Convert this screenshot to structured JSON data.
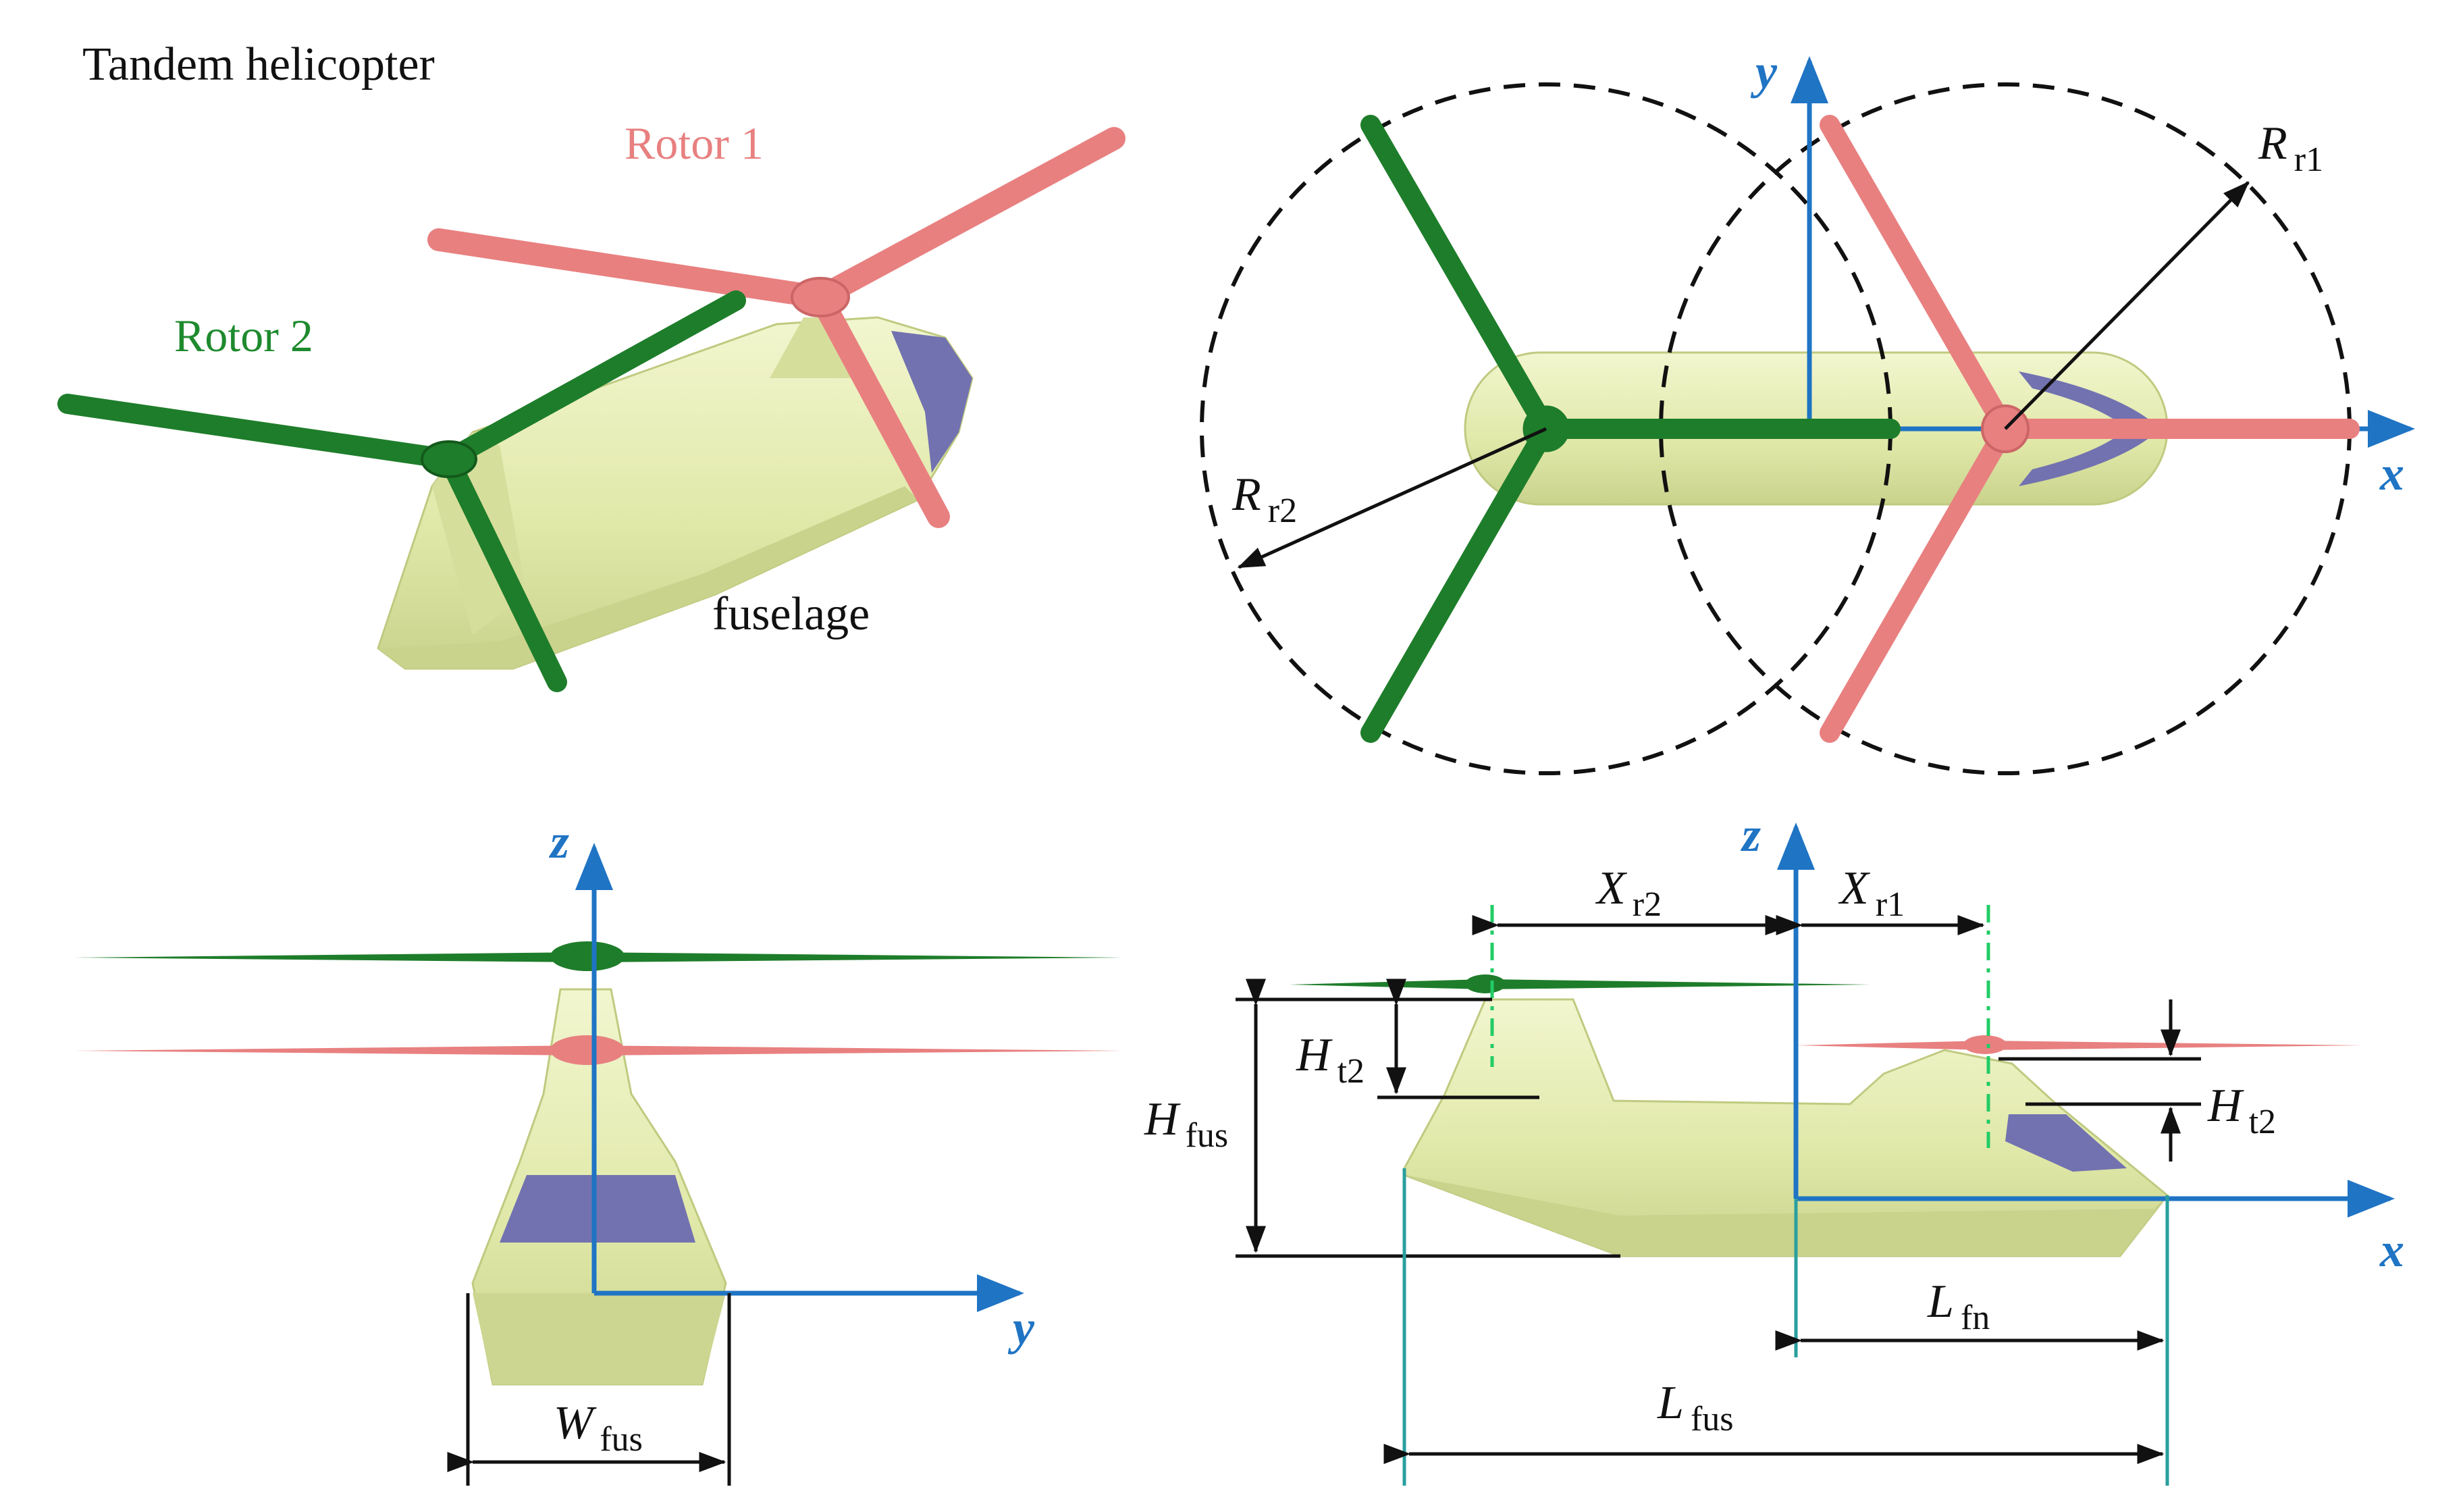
{
  "title": "Tandem helicopter",
  "labels": {
    "rotor1": "Rotor 1",
    "rotor2": "Rotor 2",
    "fuselage": "fuselage"
  },
  "axes": {
    "x": "x",
    "y": "y",
    "z": "z"
  },
  "dimensions": {
    "R_r1": {
      "main": "R",
      "sub": "r1"
    },
    "R_r2": {
      "main": "R",
      "sub": "r2"
    },
    "X_r1": {
      "main": "X",
      "sub": "r1"
    },
    "X_r2": {
      "main": "X",
      "sub": "r2"
    },
    "H_fus": {
      "main": "H",
      "sub": "fus"
    },
    "H_t2_left": {
      "main": "H",
      "sub": "t2"
    },
    "H_t2_right": {
      "main": "H",
      "sub": "t2"
    },
    "L_fn": {
      "main": "L",
      "sub": "fn"
    },
    "L_fus": {
      "main": "L",
      "sub": "fus"
    },
    "W_fus": {
      "main": "W",
      "sub": "fus"
    }
  },
  "colors": {
    "rotor1": "#e88080",
    "rotor2": "#1e7d2a",
    "fuselage": "#e4ecae",
    "window": "#7272b0",
    "axis": "#1f74c4"
  }
}
